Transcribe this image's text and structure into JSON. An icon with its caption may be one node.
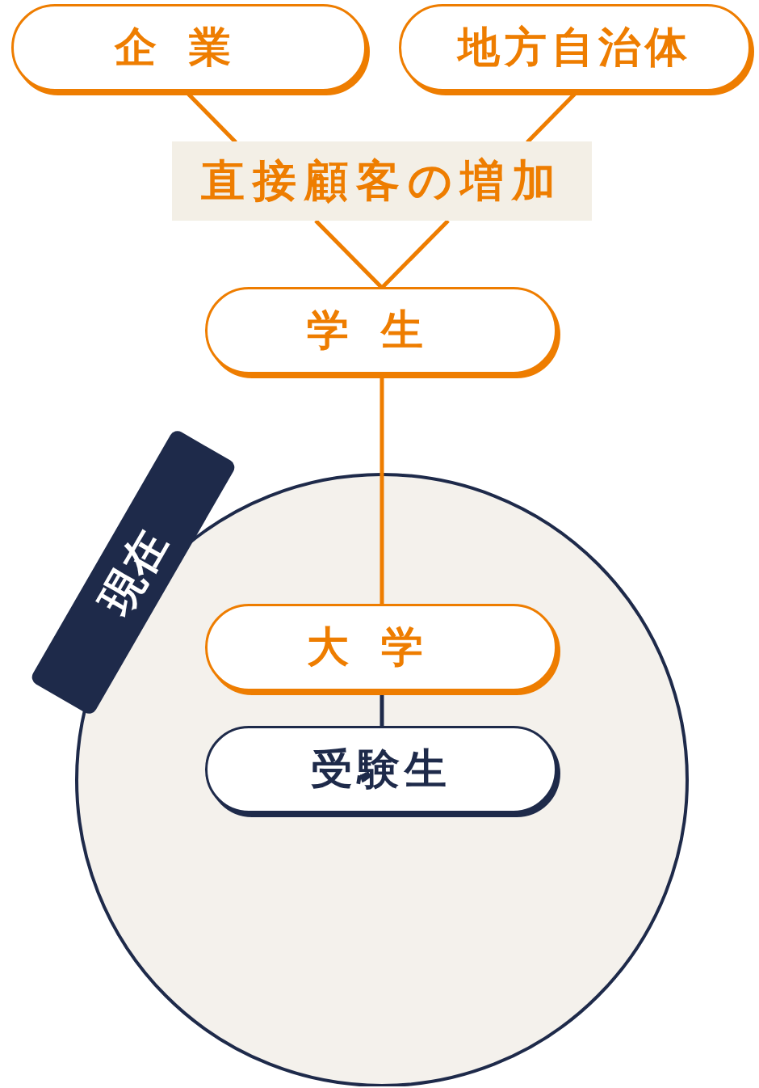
{
  "diagram": {
    "nodes": [
      {
        "text": [
          "企業"
        ]
      },
      {
        "text": [
          "地方自治体"
        ]
      },
      {
        "text": [
          "直接顧客の増加"
        ]
      },
      {
        "text": [
          "学生"
        ]
      },
      {
        "text": [
          "現在"
        ]
      },
      {
        "text": [
          "大学"
        ],
        "in": 4
      },
      {
        "text": [
          "受験生"
        ],
        "in": 4
      }
    ],
    "edges": [
      {
        "from": 0,
        "to": 2,
        "arrow": "none"
      },
      {
        "from": 1,
        "to": 2,
        "arrow": "none"
      },
      {
        "from": 2,
        "to": 3,
        "arrow": "none"
      },
      {
        "from": 3,
        "to": 5,
        "arrow": "none"
      },
      {
        "from": 5,
        "to": 6,
        "arrow": "none",
        "color": "#1e2a4a"
      }
    ]
  }
}
